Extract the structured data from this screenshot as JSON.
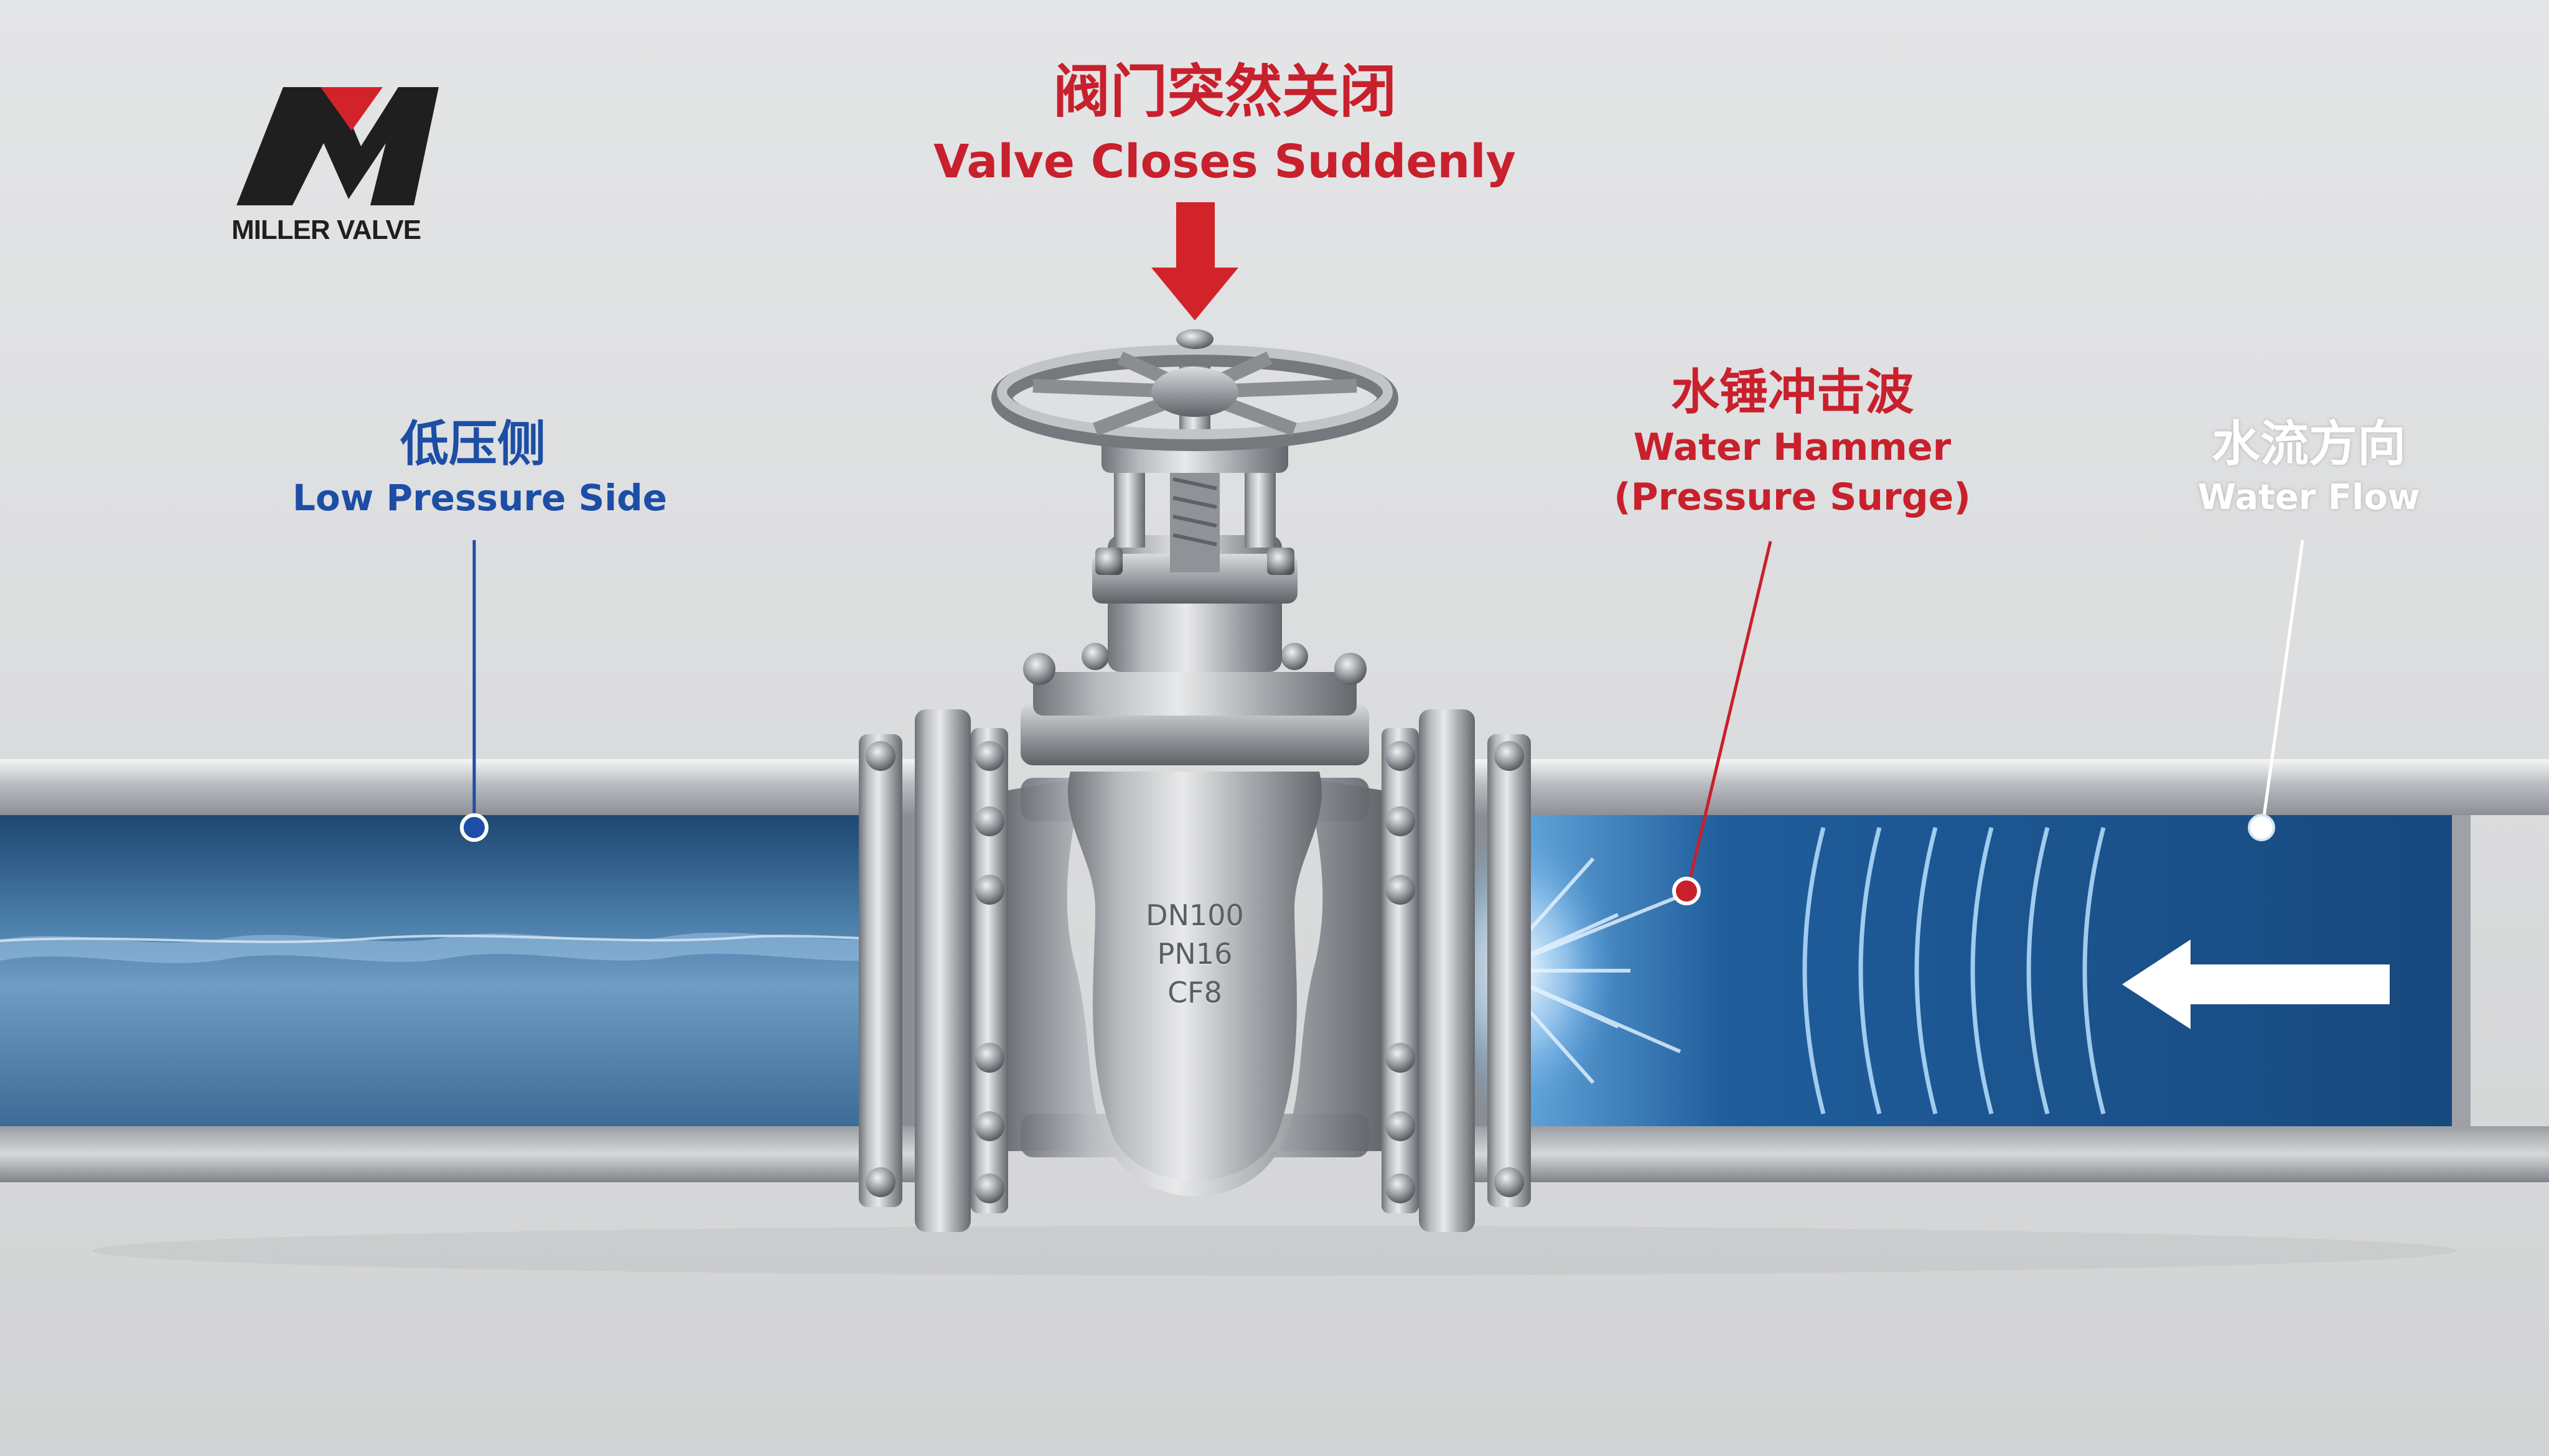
{
  "brand": {
    "name": "MILLER VALVE",
    "logo_colors": {
      "dark": "#1f1f1f",
      "accent": "#d2232a"
    }
  },
  "valve_closes": {
    "zh": "阀门突然关闭",
    "en": "Valve Closes Suddenly",
    "color": "#c8202c"
  },
  "low_pressure_side": {
    "zh": "低压侧",
    "en": "Low Pressure Side",
    "color": "#1d4ea6"
  },
  "water_hammer": {
    "zh": "水锤冲击波",
    "en_line1": "Water Hammer",
    "en_line2": "(Pressure Surge)",
    "color": "#c8202c"
  },
  "water_flow": {
    "zh": "水流方向",
    "en": "Water Flow",
    "color": "#ffffff"
  },
  "valve_body_markings": {
    "line1": "DN100",
    "line2": "PN16",
    "line3": "CF8"
  }
}
